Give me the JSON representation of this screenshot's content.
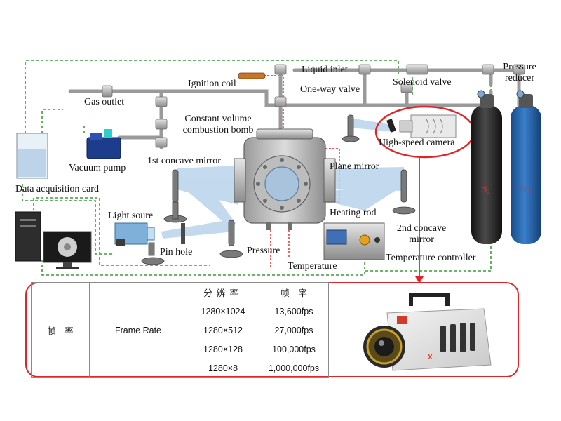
{
  "diagram": {
    "labels": {
      "liquid_inlet": "Liquid inlet",
      "pressure_reducer": "Pressure\nreducer",
      "ignition_coil": "Ignition coil",
      "one_way_valve": "One-way valve",
      "solenoid_valve": "Solenoid valve",
      "gas_outlet": "Gas outlet",
      "constant_volume_bomb": "Constant volume\ncombustion bomb",
      "high_speed_camera": "High-speed camera",
      "vacuum_pump": "Vacuum pump",
      "first_concave_mirror": "1st concave mirror",
      "plane_mirror": "Plane mirror",
      "data_acquisition_card": "Data acquisition card",
      "heating_rod": "Heating rod",
      "light_source": "Light soure",
      "second_concave_mirror": "2nd concave\nmirror",
      "pin_hole": "Pin hole",
      "pressure": "Pressure",
      "temperature": "Temperature",
      "temperature_controller": "Temperature controller"
    },
    "gas_cylinders": [
      {
        "label": "N₂",
        "color": "#2b2b2b"
      },
      {
        "label": "O₂",
        "color": "#1f5fa8"
      }
    ],
    "colors": {
      "highlight": "#e0252a",
      "signal_line": "#3f9a3f",
      "light_beam": "#b9d3ec"
    }
  },
  "spec_table": {
    "row_header": "帧　率",
    "row_header_en": "Frame Rate",
    "columns": [
      "分辨率",
      "帧　率"
    ],
    "rows": [
      {
        "resolution": "1280×1024",
        "frame_rate": "13,600fps"
      },
      {
        "resolution": "1280×512",
        "frame_rate": "27,000fps"
      },
      {
        "resolution": "1280×128",
        "frame_rate": "100,000fps"
      },
      {
        "resolution": "1280×8",
        "frame_rate": "1,000,000fps"
      }
    ]
  }
}
